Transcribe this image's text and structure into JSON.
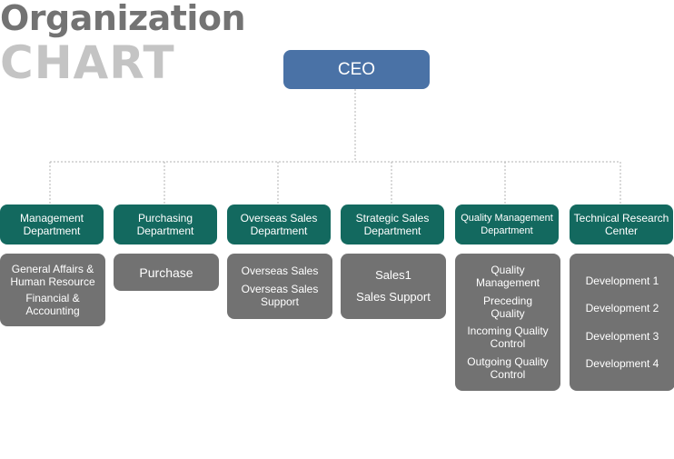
{
  "title": {
    "line1": "Organization",
    "line2": "CHART"
  },
  "ceo": "CEO",
  "departments": [
    {
      "line1": "Management",
      "line2": "Department",
      "items": [
        {
          "line1": "General Affairs &",
          "line2": "Human Resource"
        },
        {
          "line1": "Financial &",
          "line2": "Accounting"
        }
      ]
    },
    {
      "line1": "Purchasing",
      "line2": "Department",
      "items": [
        {
          "line1": "Purchase",
          "line2": ""
        }
      ]
    },
    {
      "line1": "Overseas Sales",
      "line2": "Department",
      "items": [
        {
          "line1": "Overseas Sales",
          "line2": ""
        },
        {
          "line1": "Overseas Sales",
          "line2": "Support"
        }
      ]
    },
    {
      "line1": "Strategic Sales",
      "line2": "Department",
      "items": [
        {
          "line1": "Sales1",
          "line2": ""
        },
        {
          "line1": "Sales Support",
          "line2": ""
        }
      ]
    },
    {
      "line1": "Quality Management",
      "line2": "Department",
      "items": [
        {
          "line1": "Quality",
          "line2": "Management"
        },
        {
          "line1": "Preceding",
          "line2": "Quality"
        },
        {
          "line1": "Incoming Quality",
          "line2": "Control"
        },
        {
          "line1": "Outgoing Quality",
          "line2": "Control"
        }
      ]
    },
    {
      "line1": "Technical Research",
      "line2": "Center",
      "items": [
        {
          "line1": "Development 1",
          "line2": ""
        },
        {
          "line1": "Development 2",
          "line2": ""
        },
        {
          "line1": "Development 3",
          "line2": ""
        },
        {
          "line1": "Development 4",
          "line2": ""
        }
      ]
    }
  ]
}
